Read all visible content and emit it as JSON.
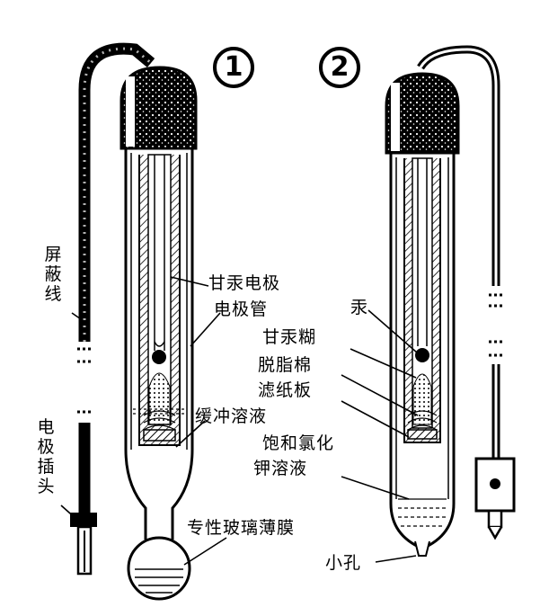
{
  "figure": {
    "markers": {
      "electrode_1": "1",
      "electrode_2": "2"
    },
    "labels": {
      "shield_wire": "屏蔽线",
      "electrode_plug": "电极插头",
      "calomel_electrode": "甘汞电极",
      "electrode_tube": "电极管",
      "mercury": "汞",
      "calomel_paste": "甘汞糊",
      "absorbent_cotton": "脱脂棉",
      "filter_paper_plate": "滤纸板",
      "buffer_solution": "缓冲溶液",
      "saturated_kcl_line1": "饱和氯化",
      "saturated_kcl_line2": "钾溶液",
      "glass_membrane": "专性玻璃薄膜",
      "small_hole": "小孔"
    }
  }
}
